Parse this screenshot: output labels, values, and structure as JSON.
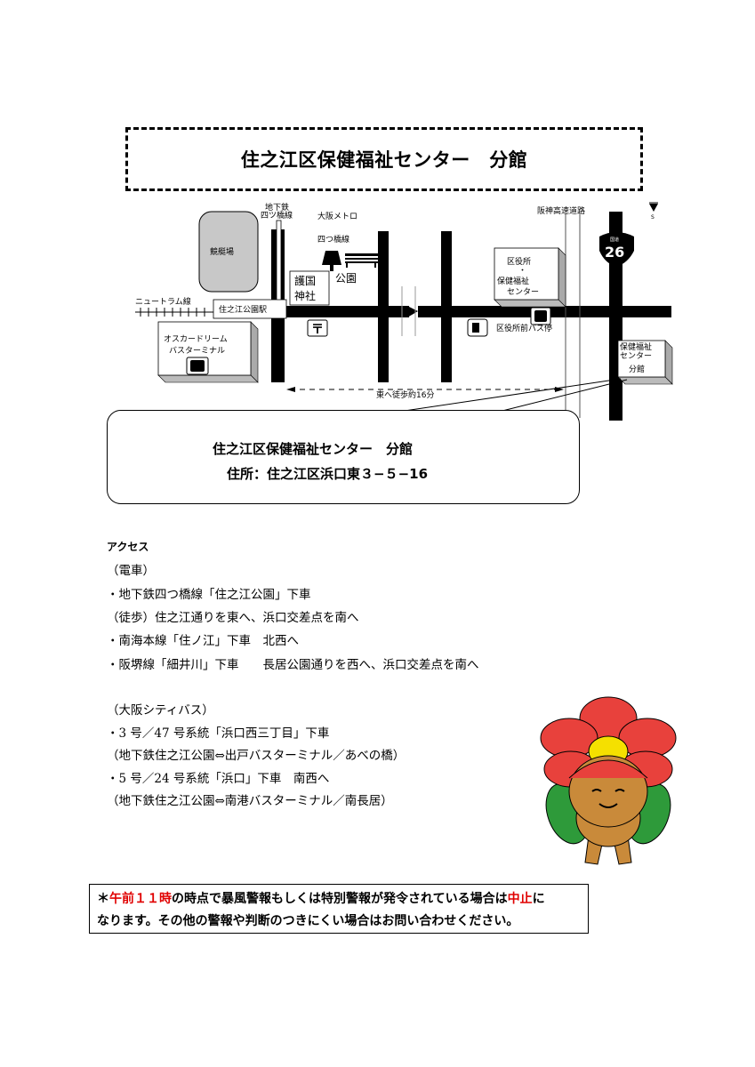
{
  "title": "住之江区保健福祉センター　分館",
  "map": {
    "subway_label_1": "地下鉄",
    "subway_label_2": "四ツ橋線",
    "metro_label_1": "大阪メトロ",
    "metro_label_2": "四つ橋線",
    "boat_race": "競艇場",
    "park": "公園",
    "shrine_1": "護国",
    "shrine_2": "神社",
    "tram_line": "ニュートラム線",
    "station": "住之江公園駅",
    "bus_terminal_1": "オスカードリーム",
    "bus_terminal_2": "バスターミナル",
    "ward_office_1": "区役所",
    "ward_office_2": "・",
    "ward_office_3": "保健福祉",
    "ward_office_4": "センター",
    "bus_stop": "区役所前バス停",
    "expressway": "阪神高速道路",
    "route_number": "26",
    "route_prefix": "国道",
    "north_mark": "S",
    "annex_1": "保健福祉",
    "annex_2": "センター",
    "annex_3": "分館",
    "walk": "東へ徒歩約16分"
  },
  "callout": {
    "name": "住之江区保健福祉センター　分館",
    "address": "住所：住之江区浜口東３−５−16"
  },
  "access": {
    "heading": "アクセス",
    "train_heading": "（電車）",
    "train_lines": [
      "・地下鉄四つ橋線「住之江公園」下車",
      "（徒歩）住之江通りを東へ、浜口交差点を南へ",
      "・南海本線「住ノ江」下車　北西へ",
      "・阪堺線「細井川」下車　　長居公園通りを西へ、浜口交差点を南へ"
    ],
    "bus_heading": "（大阪シティバス）",
    "bus_lines": [
      "・3 号／47 号系統「浜口西三丁目」下車",
      "（地下鉄住之江公園⇔出戸バスターミナル／あべの橋）",
      "・5 号／24 号系統「浜口」下車　南西へ",
      "（地下鉄住之江公園⇔南港バスターミナル／南長居）"
    ]
  },
  "notice": {
    "prefix": "＊",
    "time": "午前１１時",
    "part1": "の時点で暴風警報もしくは特別警報が発令されている場合は",
    "cancel": "中止",
    "part2": "に",
    "line2": "なります。その他の警報や判断のつきにくい場合はお問い合わせください。"
  },
  "colors": {
    "warning": "#e00000",
    "flower": "#e8413c",
    "center": "#f5e000",
    "face": "#c98a3a",
    "leaf": "#2e9a3a"
  }
}
